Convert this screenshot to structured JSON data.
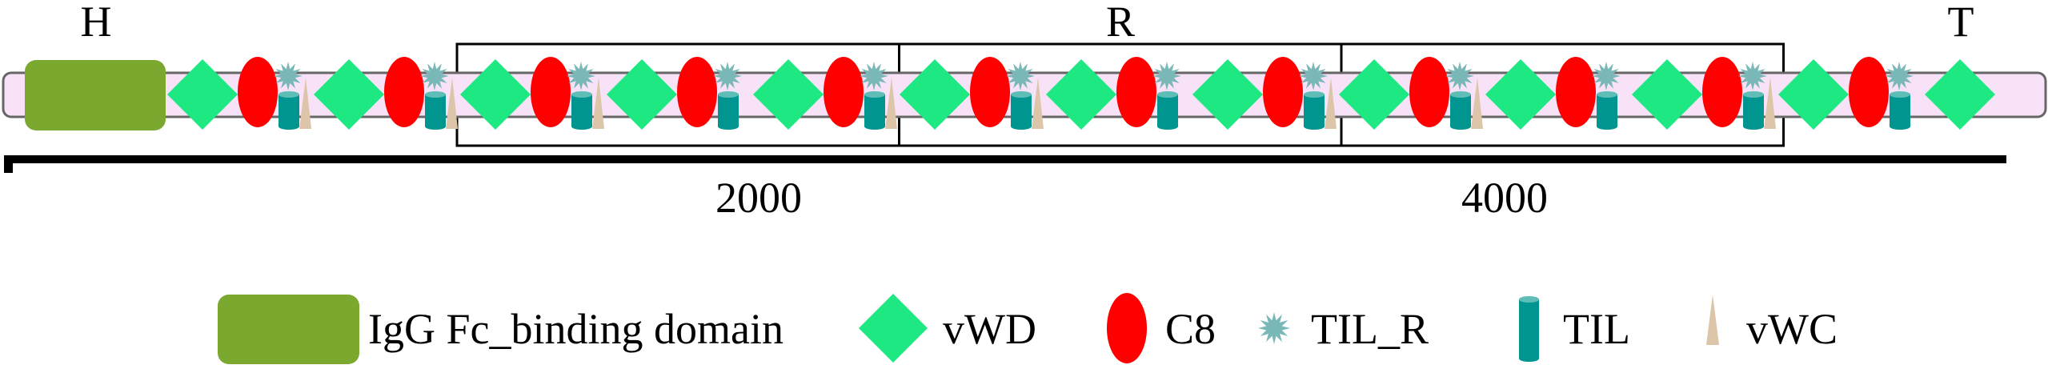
{
  "regions": {
    "head": "H",
    "repeat": "R",
    "tail": "T"
  },
  "axis": {
    "ticks": [
      "2000",
      "4000"
    ]
  },
  "domain_track": {
    "leading_domain": "IgG Fc_binding domain",
    "units_vwc_present": [
      true,
      true,
      true,
      false,
      true,
      true,
      false,
      true,
      true,
      false,
      true,
      false
    ],
    "terminal_vwd": true,
    "repeat_boxes": 3
  },
  "legend": [
    {
      "key": "igg",
      "label": "IgG Fc_binding domain"
    },
    {
      "key": "vwd",
      "label": "vWD"
    },
    {
      "key": "c8",
      "label": "C8"
    },
    {
      "key": "tilr",
      "label": "TIL_R"
    },
    {
      "key": "til",
      "label": "TIL"
    },
    {
      "key": "vwc",
      "label": "vWC"
    }
  ],
  "colors": {
    "igg": "#7BA82E",
    "vwd": "#1DE882",
    "c8": "#FF0000",
    "tilr": "#7AB8B8",
    "til": "#00968F",
    "til_top": "#5FBDB8",
    "vwc": "#DCC5A8",
    "track_fill": "#F8E2F8",
    "track_stroke": "#666666"
  }
}
